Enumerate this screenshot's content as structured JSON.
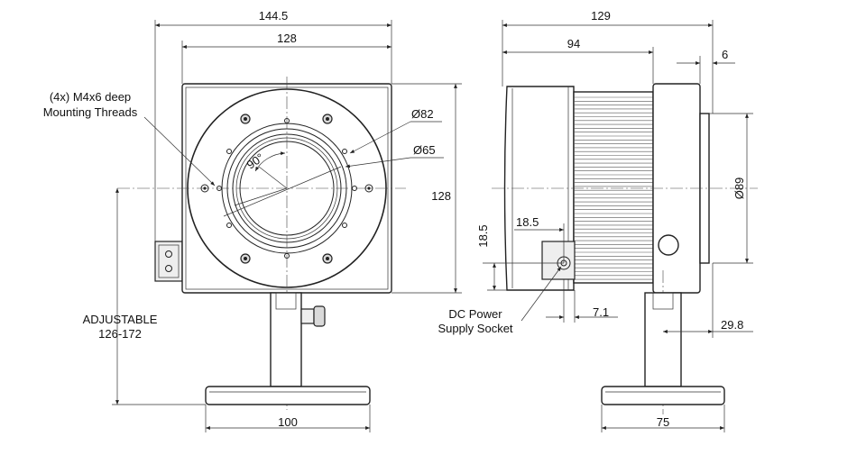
{
  "dimensions": {
    "front_total_width": "144.5",
    "front_body_width": "128",
    "front_height": "128",
    "front_base_width": "100",
    "side_total_length": "129",
    "side_body_length": "94",
    "side_flange": "6",
    "side_aperture_dia": "Ø89",
    "side_socket_x": "18.5",
    "side_socket_y": "18.5",
    "side_socket_offset": "7.1",
    "side_post_offset": "29.8",
    "side_base_width": "75"
  },
  "callouts": {
    "dia_82": "Ø82",
    "dia_65": "Ø65",
    "angle": "90°",
    "threads_line1": "(4x) M4x6 deep",
    "threads_line2": "Mounting Threads",
    "adjustable_line1": "ADJUSTABLE",
    "adjustable_line2": "126-172",
    "dc_line1": "DC Power",
    "dc_line2": "Supply Socket"
  }
}
